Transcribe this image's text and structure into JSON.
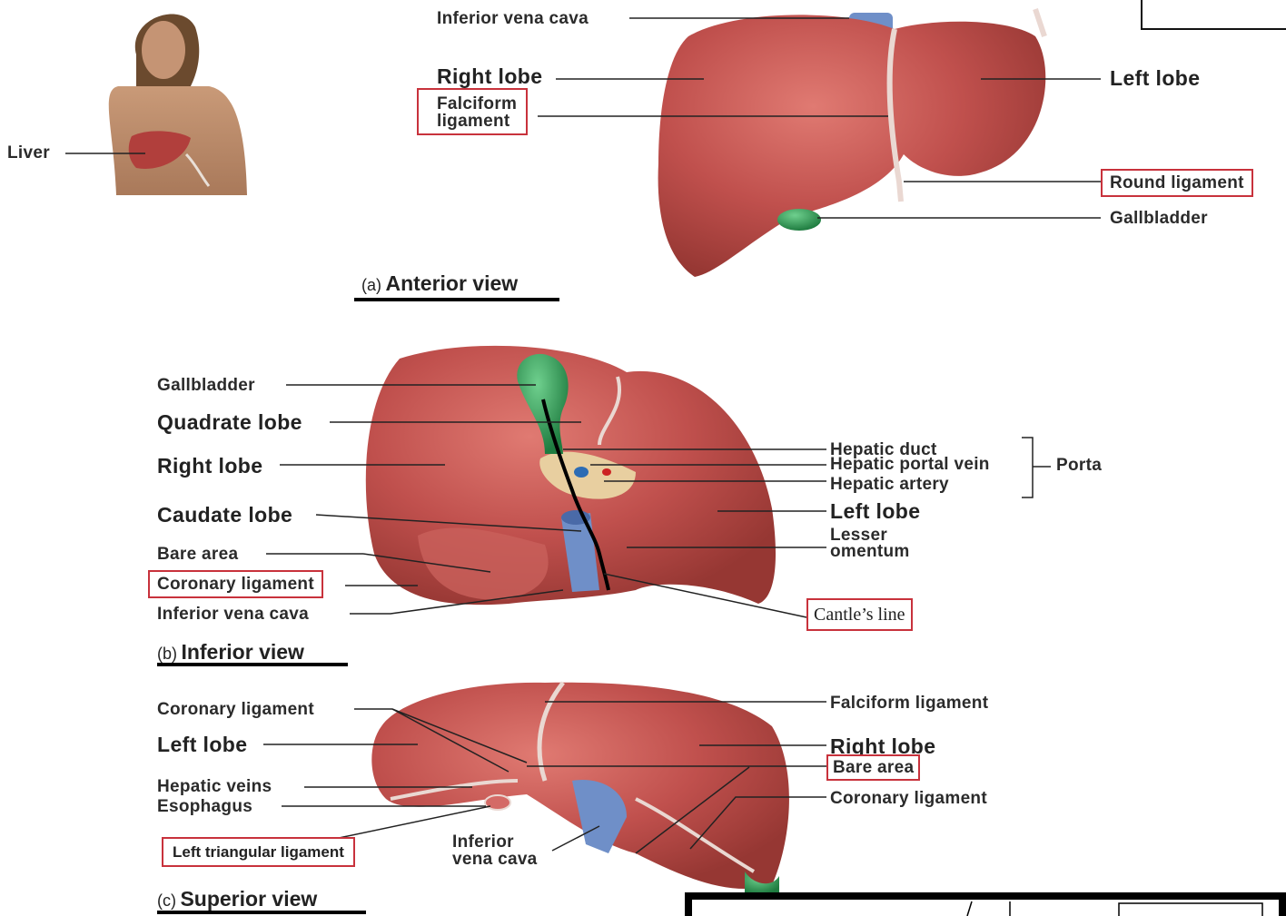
{
  "figure_a": {
    "caption_letter": "(a)",
    "caption_title": "Anterior view",
    "thumbnail_label": "Liver",
    "labels": {
      "inferior_vena_cava": "Inferior vena cava",
      "right_lobe": "Right lobe",
      "falciform_ligament": "Falciform\nligament",
      "left_lobe": "Left lobe",
      "round_ligament": "Round ligament",
      "gallbladder": "Gallbladder"
    }
  },
  "figure_b": {
    "caption_letter": "(b)",
    "caption_title": "Inferior view",
    "labels": {
      "gallbladder": "Gallbladder",
      "quadrate_lobe": "Quadrate lobe",
      "right_lobe": "Right lobe",
      "caudate_lobe": "Caudate lobe",
      "bare_area": "Bare area",
      "coronary_ligament": "Coronary ligament",
      "inferior_vena_cava": "Inferior vena cava",
      "hepatic_duct": "Hepatic duct",
      "hepatic_portal_vein": "Hepatic portal vein",
      "hepatic_artery": "Hepatic artery",
      "porta": "Porta",
      "left_lobe": "Left lobe",
      "lesser_omentum": "Lesser\nomentum",
      "cantles_line": "Cantle’s line"
    }
  },
  "figure_c": {
    "caption_letter": "(c)",
    "caption_title": "Superior view",
    "labels": {
      "coronary_ligament_left": "Coronary ligament",
      "left_lobe": "Left lobe",
      "hepatic_veins": "Hepatic veins",
      "esophagus": "Esophagus",
      "left_triangular_ligament": "Left triangular ligament",
      "inferior_vena_cava": "Inferior\nvena cava",
      "falciform_ligament": "Falciform ligament",
      "right_lobe": "Right lobe",
      "bare_area": "Bare area",
      "coronary_ligament_right": "Coronary ligament"
    }
  },
  "colors": {
    "liver": "#c0504d",
    "liver_dark": "#9e3a36",
    "gallbladder": "#2e9e55",
    "vena_cava": "#6f8fc8",
    "ligament": "#e9d6d0",
    "annotation_box": "#c8323c"
  }
}
